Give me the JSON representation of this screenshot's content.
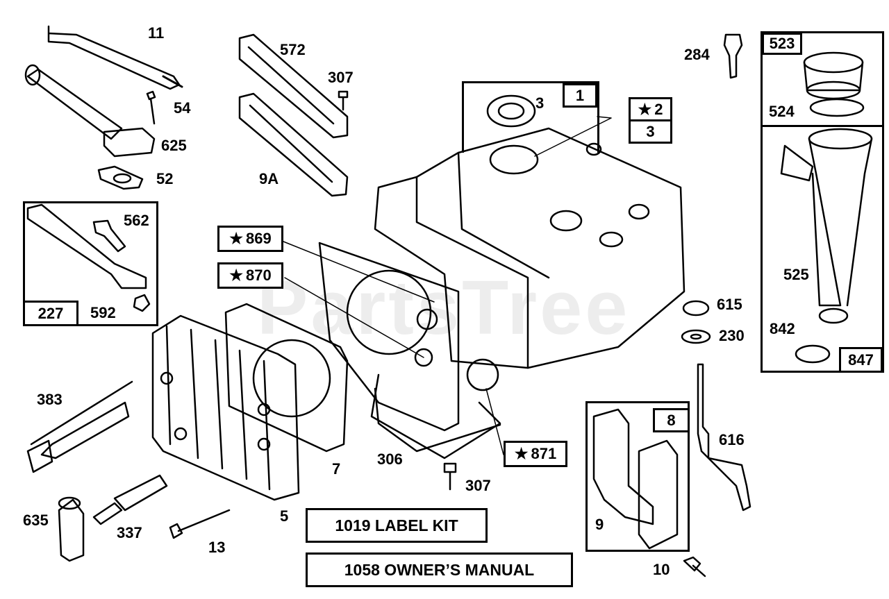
{
  "watermark": "PartsTree",
  "labels": {
    "p11": "11",
    "p54": "54",
    "p625": "625",
    "p52": "52",
    "p572": "572",
    "p307a": "307",
    "p9A": "9A",
    "p3a": "3",
    "p3b": "3",
    "p284": "284",
    "p524": "524",
    "p525": "525",
    "p842": "842",
    "p562": "562",
    "p592": "592",
    "p615": "615",
    "p230": "230",
    "p616": "616",
    "p383": "383",
    "p635": "635",
    "p337": "337",
    "p13": "13",
    "p5": "5",
    "p7": "7",
    "p306": "306",
    "p307b": "307",
    "p9": "9",
    "p10": "10"
  },
  "boxes": {
    "b1": "1",
    "b2": "2",
    "b523": "523",
    "b847": "847",
    "b227": "227",
    "b8": "8",
    "b869": "869",
    "b870": "870",
    "b871": "871",
    "label_kit": "1019 LABEL KIT",
    "owners_manual": "1058 OWNER’S MANUAL"
  },
  "star_glyph": "★"
}
